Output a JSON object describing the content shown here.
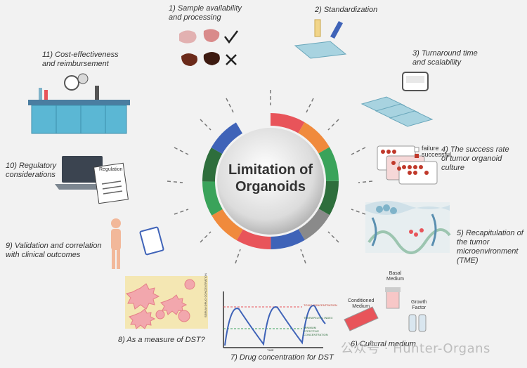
{
  "center": {
    "line1": "Limitation of",
    "line2": "Organoids"
  },
  "labels": [
    {
      "id": "l1",
      "text": "1) Sample availability\nand processing"
    },
    {
      "id": "l2",
      "text": "2) Standardization"
    },
    {
      "id": "l3",
      "text": "3) Turnaround time\nand scalability"
    },
    {
      "id": "l4",
      "text": "4) The success rate\nof tumor organoid\nculture"
    },
    {
      "id": "l5",
      "text": "5) Recapitulation of\nthe tumor\nmicroenvironment\n(TME)"
    },
    {
      "id": "l6",
      "text": "6) Cultural medium"
    },
    {
      "id": "l7",
      "text": "7) Drug concentration for DST"
    },
    {
      "id": "l8",
      "text": "8) As a measure of DST?"
    },
    {
      "id": "l9",
      "text": "9) Validation and correlation\nwith clinical outcomes"
    },
    {
      "id": "l10",
      "text": "10) Regulatory\nconsiderations"
    },
    {
      "id": "l11",
      "text": "11) Cost-effectiveness\nand reimbursement"
    }
  ],
  "plate_legend": {
    "failure": "failure",
    "successful": "successful"
  },
  "media": {
    "basal": "Basal\nMedium",
    "conditioned": "Conditioned\nMedium",
    "growth": "Growth\nFactor"
  },
  "regulation_doc": "Regulation",
  "graph": {
    "toxic": "TOXIC CONCENTRATION",
    "therapeutic": "THERAPEUTIC INDEX",
    "minimum": "MINIMUM EFFECTIVE CONCENTRATION",
    "xaxis": "TIME",
    "yaxis": "SERUM DRUG CONCENTRATION"
  },
  "watermark": "公众号 · Hunter-Organs",
  "colors": {
    "red": "#e8545a",
    "orange": "#f08a3c",
    "green": "#3aa35a",
    "dkgreen": "#2e6e3c",
    "blue": "#3f63b8",
    "gray": "#8a8a8a",
    "plate": "#a8d3e0",
    "lab": "#5bb7d4"
  }
}
